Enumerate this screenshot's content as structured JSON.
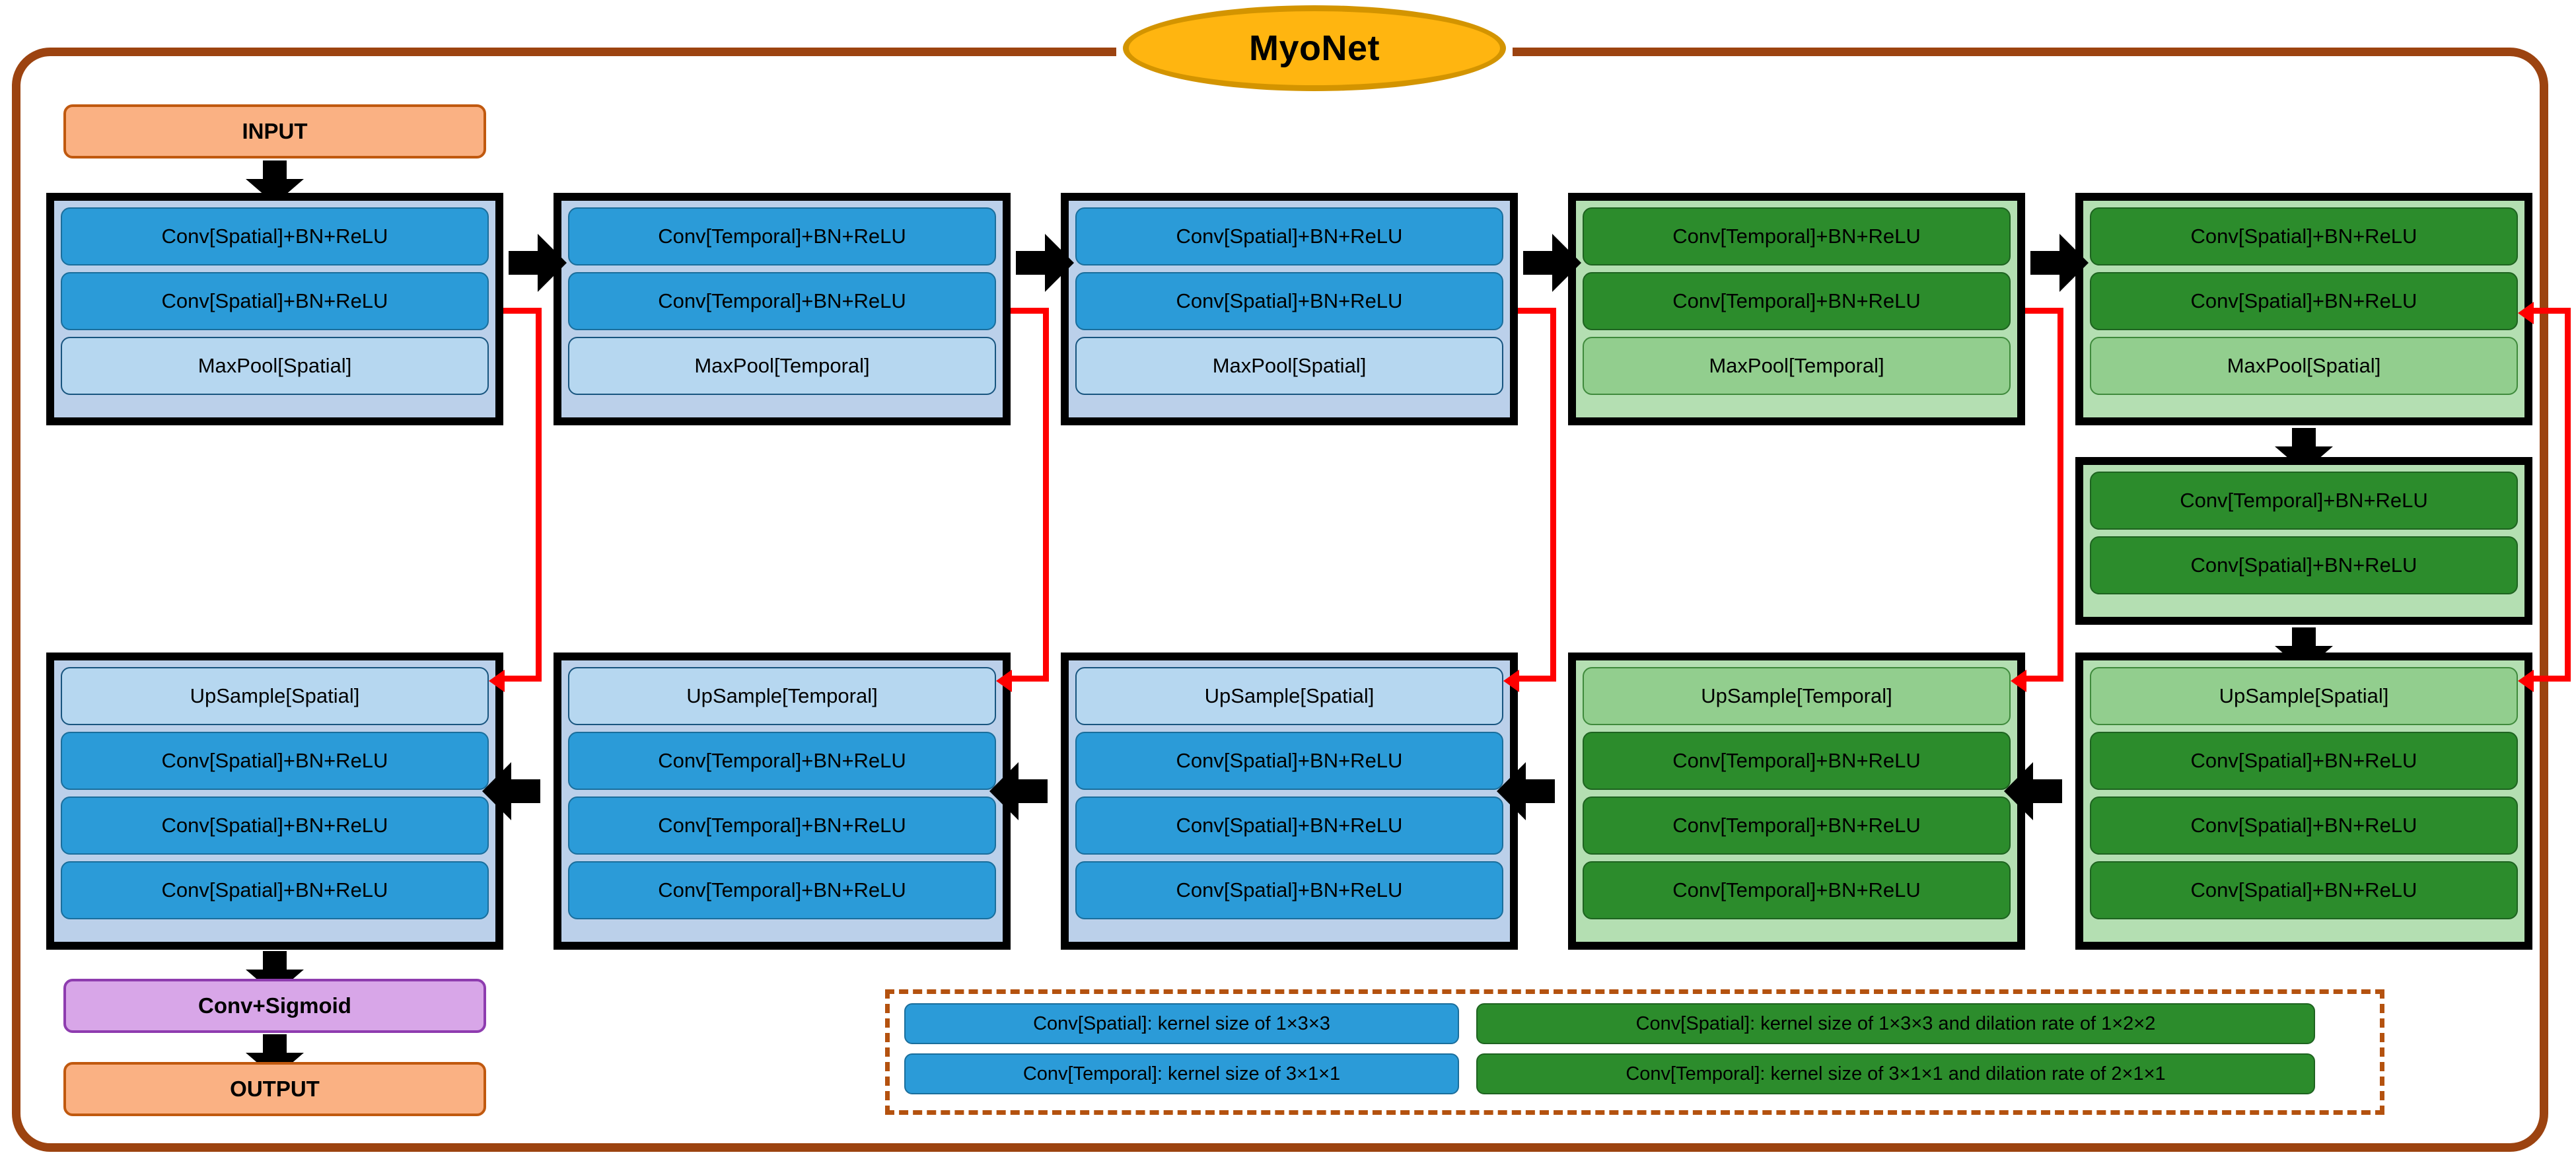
{
  "title": "MyoNet",
  "io": {
    "input": "INPUT",
    "output": "OUTPUT",
    "sigmoid": "Conv+Sigmoid"
  },
  "labels": {
    "conv_spatial": "Conv[Spatial]+BN+ReLU",
    "conv_temporal": "Conv[Temporal]+BN+ReLU",
    "maxpool_spatial": "MaxPool[Spatial]",
    "maxpool_temporal": "MaxPool[Temporal]",
    "upsample_spatial": "UpSample[Spatial]",
    "upsample_temporal": "UpSample[Temporal]"
  },
  "encoder": [
    {
      "name": "encoder-1",
      "color": "blue",
      "rows": [
        "Conv[Spatial]+BN+ReLU",
        "Conv[Spatial]+BN+ReLU",
        "MaxPool[Spatial]"
      ]
    },
    {
      "name": "encoder-2",
      "color": "blue",
      "rows": [
        "Conv[Temporal]+BN+ReLU",
        "Conv[Temporal]+BN+ReLU",
        "MaxPool[Temporal]"
      ]
    },
    {
      "name": "encoder-3",
      "color": "blue",
      "rows": [
        "Conv[Spatial]+BN+ReLU",
        "Conv[Spatial]+BN+ReLU",
        "MaxPool[Spatial]"
      ]
    },
    {
      "name": "encoder-4",
      "color": "green",
      "rows": [
        "Conv[Temporal]+BN+ReLU",
        "Conv[Temporal]+BN+ReLU",
        "MaxPool[Temporal]"
      ]
    },
    {
      "name": "encoder-5",
      "color": "green",
      "rows": [
        "Conv[Spatial]+BN+ReLU",
        "Conv[Spatial]+BN+ReLU",
        "MaxPool[Spatial]"
      ]
    }
  ],
  "bottleneck": {
    "name": "bottleneck",
    "color": "green",
    "rows": [
      "Conv[Temporal]+BN+ReLU",
      "Conv[Spatial]+BN+ReLU"
    ]
  },
  "decoder": [
    {
      "name": "decoder-1",
      "color": "blue",
      "rows": [
        "UpSample[Spatial]",
        "Conv[Spatial]+BN+ReLU",
        "Conv[Spatial]+BN+ReLU",
        "Conv[Spatial]+BN+ReLU"
      ]
    },
    {
      "name": "decoder-2",
      "color": "blue",
      "rows": [
        "UpSample[Temporal]",
        "Conv[Temporal]+BN+ReLU",
        "Conv[Temporal]+BN+ReLU",
        "Conv[Temporal]+BN+ReLU"
      ]
    },
    {
      "name": "decoder-3",
      "color": "blue",
      "rows": [
        "UpSample[Spatial]",
        "Conv[Spatial]+BN+ReLU",
        "Conv[Spatial]+BN+ReLU",
        "Conv[Spatial]+BN+ReLU"
      ]
    },
    {
      "name": "decoder-4",
      "color": "green",
      "rows": [
        "UpSample[Temporal]",
        "Conv[Temporal]+BN+ReLU",
        "Conv[Temporal]+BN+ReLU",
        "Conv[Temporal]+BN+ReLU"
      ]
    },
    {
      "name": "decoder-5",
      "color": "green",
      "rows": [
        "UpSample[Spatial]",
        "Conv[Spatial]+BN+ReLU",
        "Conv[Spatial]+BN+ReLU",
        "Conv[Spatial]+BN+ReLU"
      ]
    }
  ],
  "legend": {
    "items": [
      {
        "color": "blue",
        "text": "Conv[Spatial]: kernel size of 1×3×3"
      },
      {
        "color": "green",
        "text": "Conv[Spatial]: kernel size of 1×3×3 and dilation rate of 1×2×2"
      },
      {
        "color": "blue",
        "text": "Conv[Temporal]: kernel size of 3×1×1"
      },
      {
        "color": "green",
        "text": "Conv[Temporal]: kernel size of 3×1×1 and dilation rate of 2×1×1"
      }
    ]
  },
  "colors": {
    "frame": "#9C4310",
    "title_fill": "#FFB510",
    "title_stroke": "#D39400",
    "blue_conv": "#2B9BD8",
    "blue_pool": "#B6D7F0",
    "blue_stage": "#BBD0EA",
    "green_conv": "#2C8C2C",
    "green_pool": "#92CE8E",
    "green_stage": "#B4DFB2",
    "skip": "#FF0000",
    "io_fill": "#FAB183",
    "sigmoid_fill": "#D8A6E8"
  }
}
